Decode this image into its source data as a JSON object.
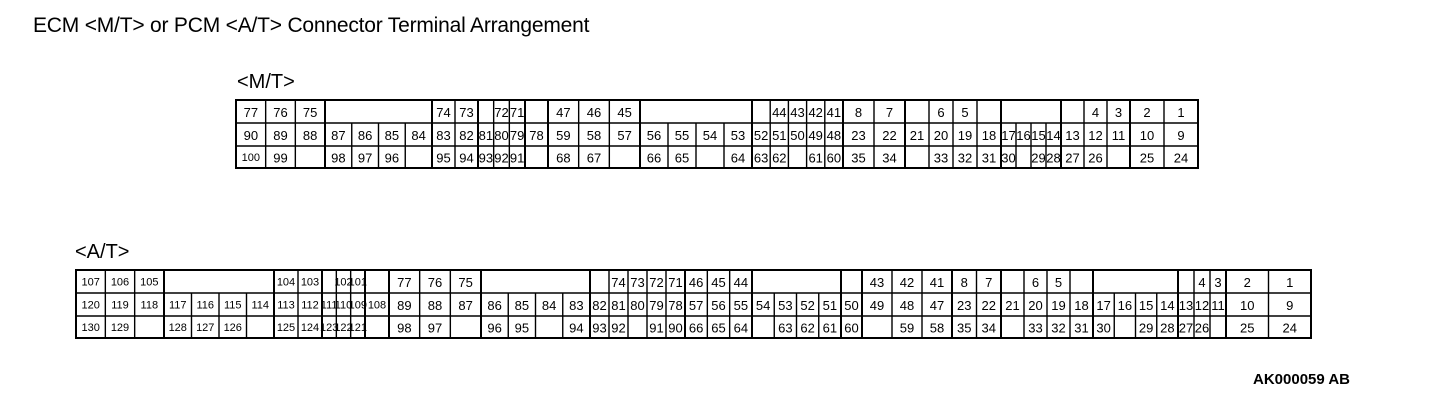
{
  "title": "ECM <M/T> or PCM <A/T> Connector Terminal Arrangement",
  "figure_id": "AK000059 AB",
  "mt": {
    "label": "<M/T>",
    "blocks": [
      {
        "cols": 3,
        "top": [
          "77",
          "76",
          "75"
        ],
        "mid": [
          "90",
          "89",
          "88"
        ],
        "bot": [
          "100",
          "99",
          ""
        ]
      },
      {
        "cols": 4,
        "top": [
          "",
          "",
          "",
          ""
        ],
        "mid": [
          "87",
          "86",
          "85",
          "84"
        ],
        "bot": [
          "98",
          "97",
          "96",
          ""
        ]
      },
      {
        "cols": 2,
        "top": [
          "74",
          "73"
        ],
        "mid": [
          "83",
          "82"
        ],
        "bot": [
          "95",
          "94"
        ]
      },
      {
        "cols": 3,
        "top": [
          "",
          "72",
          "71"
        ],
        "mid": [
          "81",
          "80",
          "79"
        ],
        "bot": [
          "93",
          "92",
          "91"
        ]
      },
      {
        "cols": 1,
        "top": [
          ""
        ],
        "mid": [
          "78"
        ],
        "bot": [
          ""
        ]
      },
      {
        "cols": 3,
        "top": [
          "47",
          "46",
          "45"
        ],
        "mid": [
          "59",
          "58",
          "57"
        ],
        "bot": [
          "68",
          "67",
          ""
        ]
      },
      {
        "cols": 4,
        "top": [
          "",
          "",
          "",
          ""
        ],
        "mid": [
          "56",
          "55",
          "54",
          "53"
        ],
        "bot": [
          "66",
          "65",
          "",
          "64"
        ]
      },
      {
        "cols": 5,
        "top": [
          "",
          "44",
          "43",
          "42",
          "41"
        ],
        "mid": [
          "52",
          "51",
          "50",
          "49",
          "48"
        ],
        "bot": [
          "63",
          "62",
          "",
          "61",
          "60"
        ]
      },
      {
        "cols": 2,
        "top": [
          "8",
          "7"
        ],
        "mid": [
          "23",
          "22"
        ],
        "bot": [
          "35",
          "34"
        ]
      },
      {
        "cols": 4,
        "top": [
          "",
          "6",
          "5",
          ""
        ],
        "mid": [
          "21",
          "20",
          "19",
          "18"
        ],
        "bot": [
          "",
          "33",
          "32",
          "31"
        ]
      },
      {
        "cols": 4,
        "top": [
          "",
          "",
          "",
          ""
        ],
        "mid": [
          "17",
          "16",
          "15",
          "14"
        ],
        "bot": [
          "30",
          "",
          "29",
          "28"
        ]
      },
      {
        "cols": 3,
        "top": [
          "",
          "4",
          "3"
        ],
        "mid": [
          "13",
          "12",
          "11"
        ],
        "bot": [
          "27",
          "26",
          ""
        ]
      },
      {
        "cols": 2,
        "top": [
          "2",
          "1"
        ],
        "mid": [
          "10",
          "9"
        ],
        "bot": [
          "25",
          "24"
        ]
      }
    ]
  },
  "at": {
    "label": "<A/T>",
    "blocks": [
      {
        "cols": 3,
        "top": [
          "107",
          "106",
          "105"
        ],
        "mid": [
          "120",
          "119",
          "118"
        ],
        "bot": [
          "130",
          "129",
          ""
        ]
      },
      {
        "cols": 4,
        "top": [
          "",
          "",
          "",
          ""
        ],
        "mid": [
          "117",
          "116",
          "115",
          "114"
        ],
        "bot": [
          "128",
          "127",
          "126",
          ""
        ]
      },
      {
        "cols": 2,
        "top": [
          "104",
          "103"
        ],
        "mid": [
          "113",
          "112"
        ],
        "bot": [
          "125",
          "124"
        ]
      },
      {
        "cols": 3,
        "top": [
          "",
          "102",
          "101"
        ],
        "mid": [
          "111",
          "110",
          "109"
        ],
        "bot": [
          "123",
          "122",
          "121"
        ]
      },
      {
        "cols": 1,
        "top": [
          ""
        ],
        "mid": [
          "108"
        ],
        "bot": [
          ""
        ]
      },
      {
        "cols": 3,
        "top": [
          "77",
          "76",
          "75"
        ],
        "mid": [
          "89",
          "88",
          "87"
        ],
        "bot": [
          "98",
          "97",
          ""
        ]
      },
      {
        "cols": 4,
        "top": [
          "",
          "",
          "",
          ""
        ],
        "mid": [
          "86",
          "85",
          "84",
          "83"
        ],
        "bot": [
          "96",
          "95",
          "",
          "94"
        ]
      },
      {
        "cols": 5,
        "top": [
          "",
          "74",
          "73",
          "72",
          "71"
        ],
        "mid": [
          "82",
          "81",
          "80",
          "79",
          "78"
        ],
        "bot": [
          "93",
          "92",
          "",
          "91",
          "90"
        ]
      },
      {
        "cols": 3,
        "top": [
          "46",
          "45",
          "44"
        ],
        "mid": [
          "57",
          "56",
          "55"
        ],
        "bot": [
          "66",
          "65",
          "64"
        ]
      },
      {
        "cols": 4,
        "top": [
          "",
          "",
          "",
          ""
        ],
        "mid": [
          "54",
          "53",
          "52",
          "51"
        ],
        "bot": [
          "",
          "63",
          "62",
          "61"
        ]
      },
      {
        "cols": 1,
        "top": [
          ""
        ],
        "mid": [
          "50"
        ],
        "bot": [
          "60"
        ]
      },
      {
        "cols": 3,
        "top": [
          "43",
          "42",
          "41"
        ],
        "mid": [
          "49",
          "48",
          "47"
        ],
        "bot": [
          "",
          "59",
          "58"
        ]
      },
      {
        "cols": 2,
        "top": [
          "8",
          "7"
        ],
        "mid": [
          "23",
          "22"
        ],
        "bot": [
          "35",
          "34"
        ]
      },
      {
        "cols": 4,
        "top": [
          "",
          "6",
          "5",
          ""
        ],
        "mid": [
          "21",
          "20",
          "19",
          "18"
        ],
        "bot": [
          "",
          "33",
          "32",
          "31"
        ]
      },
      {
        "cols": 4,
        "top": [
          "",
          "",
          "",
          ""
        ],
        "mid": [
          "17",
          "16",
          "15",
          "14"
        ],
        "bot": [
          "30",
          "",
          "29",
          "28"
        ]
      },
      {
        "cols": 3,
        "top": [
          "",
          "4",
          "3"
        ],
        "mid": [
          "13",
          "12",
          "11"
        ],
        "bot": [
          "27",
          "26",
          ""
        ]
      },
      {
        "cols": 2,
        "top": [
          "2",
          "1"
        ],
        "mid": [
          "10",
          "9"
        ],
        "bot": [
          "25",
          "24"
        ]
      }
    ]
  }
}
